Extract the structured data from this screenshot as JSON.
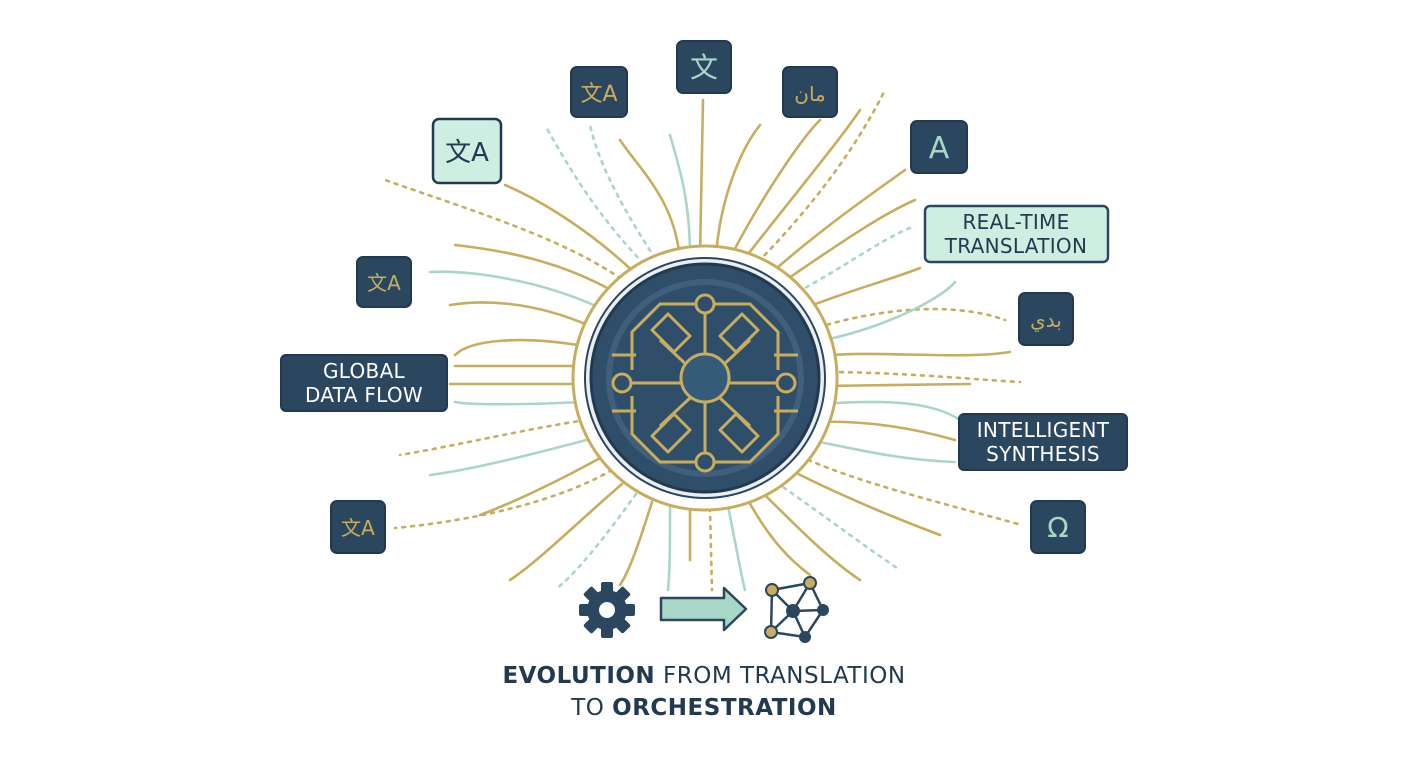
{
  "colors": {
    "navy": "#2b4760",
    "navy_dark": "#22394f",
    "gold": "#c8ad5e",
    "mint": "#a9d7c7",
    "mint_tile": "#cfeee2",
    "core_fill": "#2f4e6a"
  },
  "tiles": {
    "translate_a_1": {
      "glyph": "文A",
      "icon": "translate-icon"
    },
    "wen": {
      "glyph": "文",
      "icon": "chinese-character-icon"
    },
    "arabic_1": {
      "glyph": "مان",
      "icon": "arabic-script-icon"
    },
    "translate_a_mint": {
      "glyph": "文A",
      "icon": "translate-icon"
    },
    "letter_a": {
      "glyph": "A",
      "icon": "latin-letter-icon"
    },
    "translate_a_2": {
      "glyph": "文A",
      "icon": "translate-icon"
    },
    "arabic_2": {
      "glyph": "بدي",
      "icon": "arabic-script-icon"
    },
    "translate_a_3": {
      "glyph": "文A",
      "icon": "translate-icon"
    },
    "omega": {
      "glyph": "Ω",
      "icon": "greek-omega-icon"
    }
  },
  "labels": {
    "real_time": {
      "line1": "REAL-TIME",
      "line2": "TRANSLATION"
    },
    "global": {
      "line1": "GLOBAL",
      "line2": "DATA FLOW"
    },
    "intelligent": {
      "line1": "INTELLIGENT",
      "line2": "SYNTHESIS"
    }
  },
  "caption": {
    "part1_bold": "EVOLUTION",
    "part1_rest": " FROM TRANSLATION",
    "part2_pre": "TO ",
    "part2_bold": "ORCHESTRATION"
  },
  "icons": {
    "gear": "gear-icon",
    "arrow": "arrow-right-icon",
    "network": "network-graph-icon",
    "core": "circuit-core-icon"
  }
}
